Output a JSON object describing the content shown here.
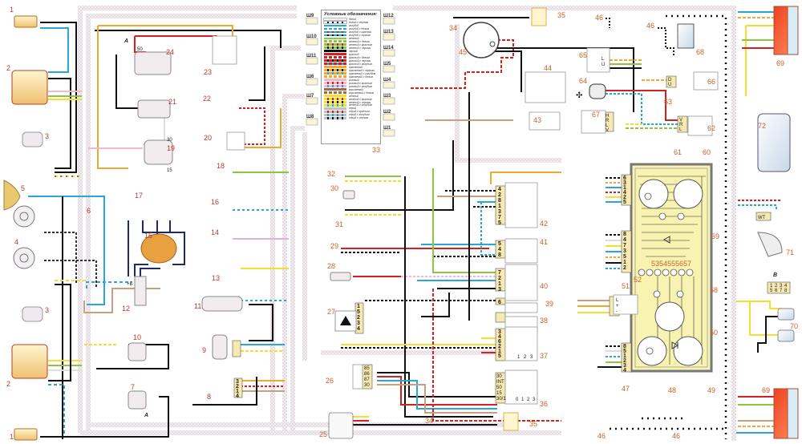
{
  "diagram": {
    "title": "Wiring diagram",
    "legend": {
      "title": "Условные обозначения:",
      "label_number": "33",
      "entries": [
        {
          "label": "белый",
          "color": "#f2f2f2",
          "stripe": null
        },
        {
          "label": "белый с черным",
          "color": "#f2f2f2",
          "stripe": "#111111"
        },
        {
          "label": "голубой",
          "color": "#2aa7d8",
          "stripe": null
        },
        {
          "label": "голубой с белым",
          "color": "#2aa7d8",
          "stripe": "#ffffff"
        },
        {
          "label": "голубой с красным",
          "color": "#2aa7d8",
          "stripe": "#d62020"
        },
        {
          "label": "голубой с черным",
          "color": "#2aa7d8",
          "stripe": "#111111"
        },
        {
          "label": "зеленый",
          "color": "#8cc63f",
          "stripe": null
        },
        {
          "label": "зеленый с белым",
          "color": "#8cc63f",
          "stripe": "#ffffff"
        },
        {
          "label": "зеленый с красным",
          "color": "#8cc63f",
          "stripe": "#d62020"
        },
        {
          "label": "зеленый с черным",
          "color": "#8cc63f",
          "stripe": "#111111"
        },
        {
          "label": "черный",
          "color": "#111111",
          "stripe": null
        },
        {
          "label": "красный",
          "color": "#d62020",
          "stripe": null
        },
        {
          "label": "красный с белым",
          "color": "#d62020",
          "stripe": "#ffffff"
        },
        {
          "label": "красный с черным",
          "color": "#d62020",
          "stripe": "#111111"
        },
        {
          "label": "красный с голубым",
          "color": "#d62020",
          "stripe": "#2aa7d8"
        },
        {
          "label": "оранжевый",
          "color": "#f0a830",
          "stripe": null
        },
        {
          "label": "оранжевый с черным",
          "color": "#f0a830",
          "stripe": "#111111"
        },
        {
          "label": "оранжевый с голубым",
          "color": "#f0a830",
          "stripe": "#2aa7d8"
        },
        {
          "label": "оранжевый с белым",
          "color": "#f0a830",
          "stripe": "#ffffff"
        },
        {
          "label": "розовый",
          "color": "#f5b8c8",
          "stripe": null
        },
        {
          "label": "розовый с красным",
          "color": "#f5b8c8",
          "stripe": "#d62020"
        },
        {
          "label": "розовый с голубым",
          "color": "#f5b8c8",
          "stripe": "#2aa7d8"
        },
        {
          "label": "коричневый",
          "color": "#9a6a4a",
          "stripe": null
        },
        {
          "label": "коричневый с белым",
          "color": "#9a6a4a",
          "stripe": "#ffffff"
        },
        {
          "label": "желтый",
          "color": "#f2e030",
          "stripe": null
        },
        {
          "label": "желтый с красным",
          "color": "#f2e030",
          "stripe": "#d62020"
        },
        {
          "label": "желтый с черным",
          "color": "#f2e030",
          "stripe": "#111111"
        },
        {
          "label": "желтый с голубым",
          "color": "#f2e030",
          "stripe": "#2aa7d8"
        },
        {
          "label": "серый",
          "color": "#c0c0c0",
          "stripe": null
        },
        {
          "label": "серый с красным",
          "color": "#c0c0c0",
          "stripe": "#d62020"
        },
        {
          "label": "серый с голубым",
          "color": "#c0c0c0",
          "stripe": "#2aa7d8"
        },
        {
          "label": "серый с черным",
          "color": "#c0c0c0",
          "stripe": "#111111"
        }
      ]
    },
    "connectors_left": [
      "Ш9",
      "Ш10",
      "Ш11",
      "Ш6",
      "Ш7",
      "Ш8"
    ],
    "connectors_right": [
      "Ш12",
      "Ш13",
      "Ш14",
      "Ш5",
      "Ш4",
      "Ш3",
      "Ш2",
      "Ш1"
    ],
    "component_numbers": {
      "c1a": "1",
      "c1b": "1",
      "c2a": "2",
      "c2b": "2",
      "c3a": "3",
      "c3b": "3",
      "c4": "4",
      "c5": "5",
      "c6": "6",
      "c7": "7",
      "c8": "8",
      "c9": "9",
      "c10": "10",
      "c11": "11",
      "c12": "12",
      "c13": "13",
      "c14": "14",
      "c15": "15",
      "c16": "16",
      "c17": "17",
      "c18": "18",
      "c19": "19",
      "c20": "20",
      "c21": "21",
      "c22": "22",
      "c23": "23",
      "c24": "24",
      "c25": "25",
      "c26": "26",
      "c27": "27",
      "c28": "28",
      "c29": "29",
      "c30": "30",
      "c31": "31",
      "c32": "32",
      "c34a": "34",
      "c34b": "34",
      "c35a": "35",
      "c35b": "35",
      "c36": "36",
      "c37": "37",
      "c38": "38",
      "c39": "39",
      "c40": "40",
      "c41": "41",
      "c42": "42",
      "c43": "43",
      "c44": "44",
      "c45": "45",
      "c46a": "46",
      "c46b": "46",
      "c46c": "46",
      "c46d": "46",
      "c47": "47",
      "c48": "48",
      "c49": "49",
      "c50": "50",
      "c51": "51",
      "c52": "52",
      "c53": "53",
      "c54": "54",
      "c55": "55",
      "c56": "56",
      "c57": "57",
      "c58": "58",
      "c59": "59",
      "c60": "60",
      "c61": "61",
      "c62": "62",
      "c63": "63",
      "c64": "64",
      "c65": "65",
      "c66": "66",
      "c67": "67",
      "c68": "68",
      "c69a": "69",
      "c69b": "69",
      "c70": "70",
      "c71": "71",
      "c72": "72"
    },
    "markers": {
      "A1": "A",
      "A2": "A",
      "B": "B"
    },
    "terminals": {
      "t24": "50",
      "t19a": "30",
      "t19b": "15",
      "t12": "+Б",
      "p42": [
        "4",
        "2",
        "8",
        "1",
        "3",
        "7",
        "5"
      ],
      "p41": [
        "5",
        "4",
        "8"
      ],
      "p40": [
        "7",
        "2",
        "1",
        "3"
      ],
      "p39": [
        "6"
      ],
      "p37": [
        "3",
        "4",
        "6",
        "2",
        "1",
        "5"
      ],
      "p37_scale": [
        "1",
        "2",
        "3"
      ],
      "p36": [
        "30",
        "INT",
        "50",
        "15",
        "30/1"
      ],
      "p36_scale": [
        "0",
        "1",
        "2",
        "3"
      ],
      "p26": [
        "85",
        "86",
        "87",
        "30"
      ],
      "p27": [
        "1",
        "5",
        "2",
        "3",
        "4"
      ],
      "p8": [
        "3",
        "2",
        "1",
        "4"
      ],
      "p47a": [
        "6",
        "3",
        "1",
        "4",
        "2",
        "5"
      ],
      "p47b": [
        "8",
        "4",
        "7",
        "3",
        "5",
        "1",
        "2"
      ],
      "p47c": [
        "8",
        "5",
        "1",
        "2",
        "3",
        "4"
      ],
      "p51": [
        "L",
        "+",
        "-"
      ],
      "p67": [
        "H",
        "R",
        "L",
        "V"
      ],
      "p65": [
        "L",
        "U"
      ],
      "p66": [
        "D",
        "U"
      ],
      "p62": [
        "V",
        "R",
        "L"
      ],
      "p71": "WT",
      "blockB": [
        "1",
        "2",
        "3",
        "4",
        "5",
        "6",
        "7",
        "8"
      ]
    }
  }
}
